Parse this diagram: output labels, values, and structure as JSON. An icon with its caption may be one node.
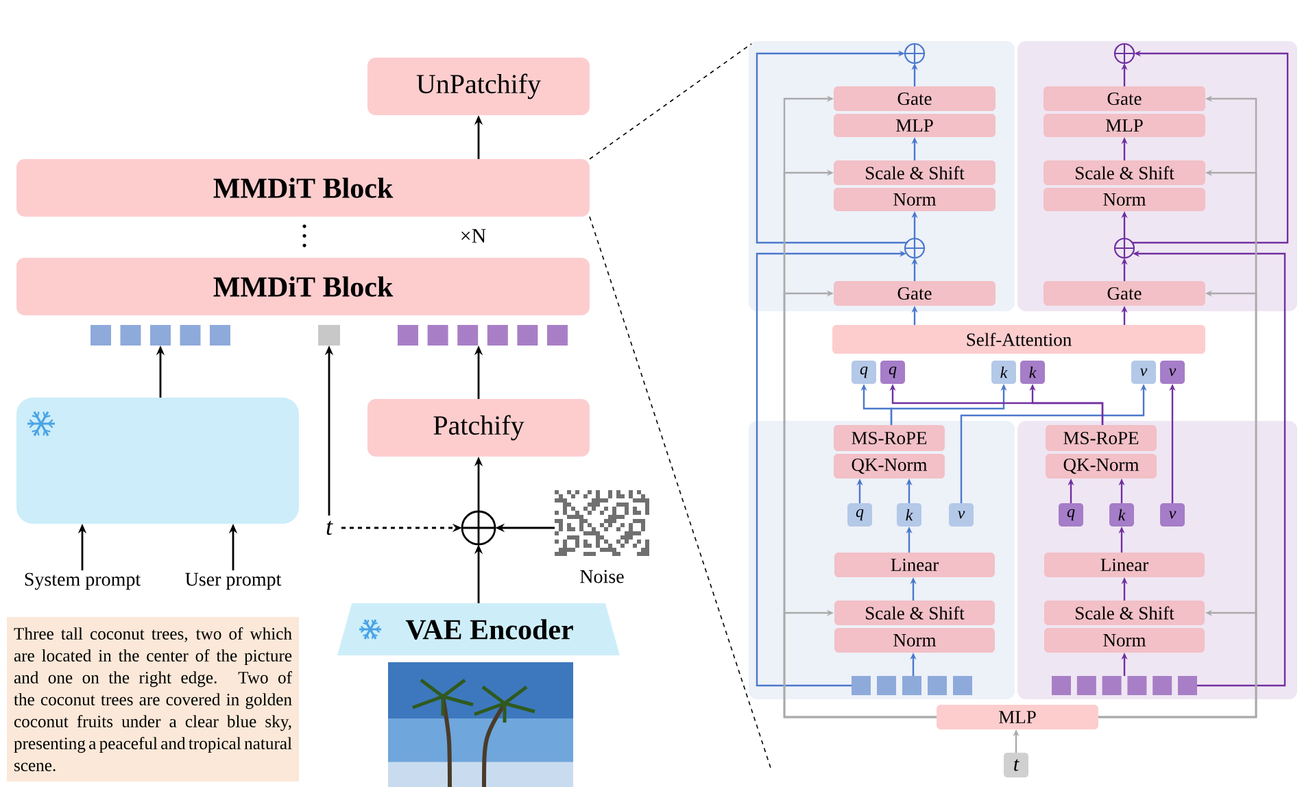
{
  "diagram": {
    "nodes": [
      {
        "text": [
          "UnPatchify"
        ]
      },
      {
        "text": [
          "MMDiT Block"
        ]
      },
      {
        "text": [
          "MMDiT Block"
        ]
      },
      {
        "text": [],
        "shape": "box"
      },
      {
        "text": [],
        "shape": "box"
      },
      {
        "text": [],
        "shape": "box"
      },
      {
        "text": [],
        "shape": "box"
      },
      {
        "text": [
          "Patchify"
        ]
      },
      {
        "text": [
          "t"
        ]
      },
      {
        "text": [],
        "shape": "circle"
      },
      {
        "text": [],
        "shape": "picture",
        "beside": [
          "Noise"
        ]
      },
      {
        "text": [
          "System prompt"
        ]
      },
      {
        "text": [
          "User prompt"
        ]
      },
      {
        "text": [
          "Three tall coconut trees, two of which are located in the center of the picture and one on the right edge. Two of the coconut trees are covered in golden coconut fruits under a clear blue sky, presenting a peaceful and tropical natural scene."
        ]
      },
      {
        "text": [
          "VAE Encoder"
        ]
      },
      {
        "text": [],
        "shape": "picture"
      },
      {
        "text": [],
        "shape": "box"
      },
      {
        "text": [],
        "shape": "box"
      },
      {
        "text": [],
        "shape": "circle",
        "in": 16
      },
      {
        "text": [],
        "shape": "circle",
        "in": 17
      },
      {
        "text": [
          "Gate"
        ],
        "in": 16
      },
      {
        "text": [
          "Gate"
        ],
        "in": 17
      },
      {
        "text": [
          "MLP"
        ],
        "in": 16
      },
      {
        "text": [
          "MLP"
        ],
        "in": 17
      },
      {
        "text": [
          "Scale & Shift"
        ],
        "in": 16
      },
      {
        "text": [
          "Scale & Shift"
        ],
        "in": 17
      },
      {
        "text": [
          "Norm"
        ],
        "in": 16
      },
      {
        "text": [
          "Norm"
        ],
        "in": 17
      },
      {
        "text": [],
        "shape": "circle",
        "in": 16
      },
      {
        "text": [],
        "shape": "circle",
        "in": 17
      },
      {
        "text": [
          "Gate"
        ],
        "in": 16
      },
      {
        "text": [
          "Gate"
        ],
        "in": 17
      },
      {
        "text": [
          "Self-Attention"
        ]
      },
      {
        "text": [
          "q"
        ]
      },
      {
        "text": [
          "q"
        ]
      },
      {
        "text": [
          "k"
        ]
      },
      {
        "text": [
          "k"
        ]
      },
      {
        "text": [
          "v"
        ]
      },
      {
        "text": [
          "v"
        ]
      },
      {
        "text": [],
        "shape": "box"
      },
      {
        "text": [],
        "shape": "box"
      },
      {
        "text": [
          "MS-RoPE"
        ],
        "in": 39
      },
      {
        "text": [
          "MS-RoPE"
        ],
        "in": 40
      },
      {
        "text": [
          "QK-Norm"
        ],
        "in": 39
      },
      {
        "text": [
          "QK-Norm"
        ],
        "in": 40
      },
      {
        "text": [
          "q"
        ],
        "in": 39
      },
      {
        "text": [
          "k"
        ],
        "in": 39
      },
      {
        "text": [
          "v"
        ],
        "in": 39
      },
      {
        "text": [
          "q"
        ],
        "in": 40
      },
      {
        "text": [
          "k"
        ],
        "in": 40
      },
      {
        "text": [
          "v"
        ],
        "in": 40
      },
      {
        "text": [
          "Linear"
        ],
        "in": 39
      },
      {
        "text": [
          "Linear"
        ],
        "in": 40
      },
      {
        "text": [
          "Scale & Shift"
        ],
        "in": 39
      },
      {
        "text": [
          "Scale & Shift"
        ],
        "in": 40
      },
      {
        "text": [
          "Norm"
        ],
        "in": 39
      },
      {
        "text": [
          "Norm"
        ],
        "in": 40
      },
      {
        "text": [],
        "shape": "box",
        "in": 39
      },
      {
        "text": [],
        "shape": "box",
        "in": 40
      },
      {
        "text": [
          "MLP"
        ]
      },
      {
        "text": [
          "t"
        ]
      }
    ],
    "edges": [
      {
        "from": 1,
        "to": 0,
        "arrow": "to",
        "color": "#000000"
      },
      {
        "from": 6,
        "to": 3,
        "arrow": "to",
        "color": "#000000"
      },
      {
        "from": 8,
        "to": 4,
        "arrow": "to",
        "color": "#000000"
      },
      {
        "from": 7,
        "to": 5,
        "arrow": "to",
        "color": "#000000"
      },
      {
        "from": 9,
        "to": 7,
        "arrow": "to",
        "color": "#000000"
      },
      {
        "from": 8,
        "to": 9,
        "arrow": "to",
        "style": "dashed",
        "color": "#000000"
      },
      {
        "from": 10,
        "to": 9,
        "arrow": "to",
        "color": "#000000"
      },
      {
        "from": 14,
        "to": 9,
        "arrow": "to",
        "color": "#000000"
      },
      {
        "from": 11,
        "to": 6,
        "arrow": "to",
        "color": "#000000"
      },
      {
        "from": 12,
        "to": 6,
        "arrow": "to",
        "color": "#000000"
      },
      {
        "from": 57,
        "to": 55,
        "arrow": "to",
        "color": "#4a78cc"
      },
      {
        "from": 53,
        "to": 51,
        "arrow": "to",
        "color": "#4a78cc"
      },
      {
        "from": 51,
        "to": 46,
        "arrow": "to",
        "color": "#4a78cc"
      },
      {
        "from": 45,
        "to": 43,
        "arrow": "to",
        "color": "#4a78cc"
      },
      {
        "from": 46,
        "to": 43,
        "arrow": "to",
        "color": "#4a78cc"
      },
      {
        "from": 41,
        "to": 33,
        "arrow": "to",
        "color": "#4a78cc"
      },
      {
        "from": 41,
        "to": 35,
        "arrow": "to",
        "color": "#4a78cc"
      },
      {
        "from": 47,
        "to": 37,
        "arrow": "to",
        "color": "#4a78cc"
      },
      {
        "from": 57,
        "to": 28,
        "arrow": "to",
        "color": "#4a78cc"
      },
      {
        "from": 32,
        "to": 30,
        "arrow": "to",
        "color": "#4a78cc"
      },
      {
        "from": 30,
        "to": 28,
        "arrow": "to",
        "color": "#4a78cc"
      },
      {
        "from": 28,
        "to": 26,
        "arrow": "to",
        "color": "#4a78cc"
      },
      {
        "from": 24,
        "to": 22,
        "arrow": "to",
        "color": "#4a78cc"
      },
      {
        "from": 20,
        "to": 18,
        "arrow": "to",
        "color": "#4a78cc"
      },
      {
        "from": 28,
        "to": 18,
        "arrow": "to",
        "color": "#4a78cc"
      },
      {
        "from": 58,
        "to": 56,
        "arrow": "to",
        "color": "#7030a0"
      },
      {
        "from": 54,
        "to": 52,
        "arrow": "to",
        "color": "#7030a0"
      },
      {
        "from": 52,
        "to": 49,
        "arrow": "to",
        "color": "#7030a0"
      },
      {
        "from": 48,
        "to": 44,
        "arrow": "to",
        "color": "#7030a0"
      },
      {
        "from": 49,
        "to": 44,
        "arrow": "to",
        "color": "#7030a0"
      },
      {
        "from": 42,
        "to": 34,
        "arrow": "to",
        "color": "#7030a0"
      },
      {
        "from": 42,
        "to": 36,
        "arrow": "to",
        "color": "#7030a0"
      },
      {
        "from": 50,
        "to": 38,
        "arrow": "to",
        "color": "#7030a0"
      },
      {
        "from": 58,
        "to": 29,
        "arrow": "to",
        "color": "#7030a0"
      },
      {
        "from": 32,
        "to": 31,
        "arrow": "to",
        "color": "#7030a0"
      },
      {
        "from": 31,
        "to": 29,
        "arrow": "to",
        "color": "#7030a0"
      },
      {
        "from": 29,
        "to": 27,
        "arrow": "to",
        "color": "#7030a0"
      },
      {
        "from": 25,
        "to": 23,
        "arrow": "to",
        "color": "#7030a0"
      },
      {
        "from": 21,
        "to": 19,
        "arrow": "to",
        "color": "#7030a0"
      },
      {
        "from": 29,
        "to": 19,
        "arrow": "to",
        "color": "#7030a0"
      },
      {
        "from": 60,
        "to": 59,
        "arrow": "to",
        "color": "#aaaaaa"
      },
      {
        "from": 59,
        "to": 20,
        "arrow": "to",
        "color": "#aaaaaa"
      },
      {
        "from": 59,
        "to": 24,
        "arrow": "to",
        "color": "#aaaaaa"
      },
      {
        "from": 59,
        "to": 30,
        "arrow": "to",
        "color": "#aaaaaa"
      },
      {
        "from": 59,
        "to": 53,
        "arrow": "to",
        "color": "#aaaaaa"
      },
      {
        "from": 59,
        "to": 21,
        "arrow": "to",
        "color": "#aaaaaa"
      },
      {
        "from": 59,
        "to": 25,
        "arrow": "to",
        "color": "#aaaaaa"
      },
      {
        "from": 59,
        "to": 31,
        "arrow": "to",
        "color": "#aaaaaa"
      },
      {
        "from": 59,
        "to": 54,
        "arrow": "to",
        "color": "#aaaaaa"
      }
    ],
    "labels": [
      "×N"
    ]
  }
}
